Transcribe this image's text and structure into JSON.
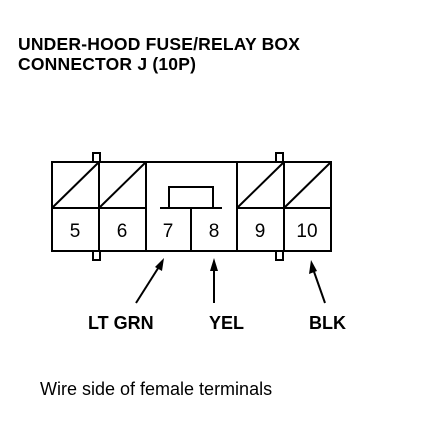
{
  "title": {
    "line1": "UNDER-HOOD FUSE/RELAY BOX",
    "line2": "CONNECTOR J (10P)"
  },
  "connector": {
    "terminals": [
      {
        "number": "5",
        "occupied": true
      },
      {
        "number": "6",
        "occupied": true
      },
      {
        "number": "7",
        "occupied": true
      },
      {
        "number": "8",
        "occupied": true
      },
      {
        "number": "9",
        "occupied": true
      },
      {
        "number": "10",
        "occupied": true
      }
    ],
    "blank_cavities": 4
  },
  "wires": [
    {
      "terminal": "7",
      "color": "LT GRN"
    },
    {
      "terminal": "8",
      "color": "YEL"
    },
    {
      "terminal": "10",
      "color": "BLK"
    }
  ],
  "caption": "Wire side of female terminals"
}
